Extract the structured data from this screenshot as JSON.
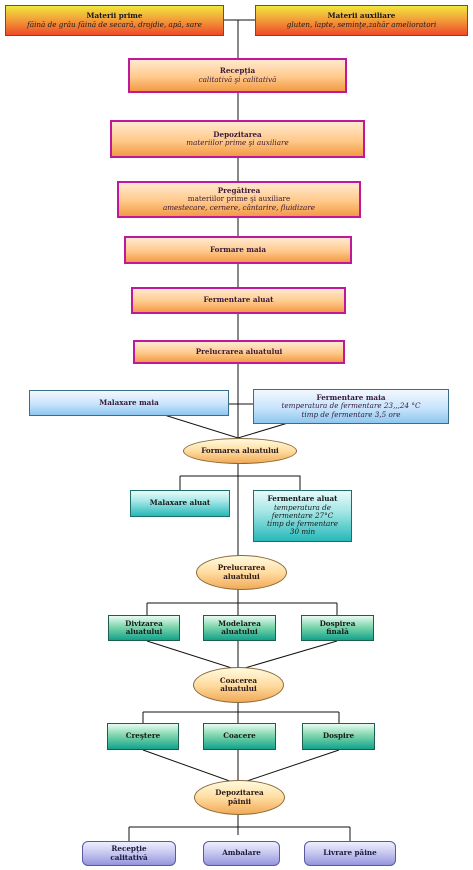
{
  "nodes": {
    "materii_prime": {
      "title": "Materii prime",
      "sub": "făină de grâu făină de secară, drojdie, apă, sare"
    },
    "materii_auxiliare": {
      "title": "Materii auxiliare",
      "sub": "gluten, lapte, seminţe,zahăr amelioratori"
    },
    "receptie": {
      "title": "Recepţia",
      "sub": "calitativă şi calitativă"
    },
    "depozitarea": {
      "title": "Depozitarea",
      "sub": "materiilor prime şi auxiliare"
    },
    "pregatirea": {
      "title": "Pregătirea",
      "sub1": "materiilor prime şi auxiliare",
      "sub2": "amestecare, cernere, cântarire, fluidizare"
    },
    "formare_maia": {
      "title": "Formare maia"
    },
    "fermentare_aluat": {
      "title": "Fermentare aluat"
    },
    "prelucrarea_aluatului": {
      "title": "Prelucrarea aluatului"
    },
    "malaxare_maia": {
      "title": "Malaxare maia"
    },
    "fermentare_maia": {
      "title": "Fermentare maia",
      "line1": "temperatura de fermentare 23,,,24 °C",
      "line2": "timp de fermentare 3,5 ore"
    },
    "formarea_aluatului": {
      "title": "Formarea aluatului"
    },
    "malaxare_aluat": {
      "title": "Malaxare aluat"
    },
    "fermentare_aluat_2": {
      "title": "Fermentare aluat",
      "line1": "temperatura de",
      "line2": "fermentare 27°C",
      "line3": "timp de fermentare",
      "line4": "30 min"
    },
    "prelucrarea_aluatului_2": {
      "line1": "Prelucrarea",
      "line2": "aluatului"
    },
    "divizarea": {
      "line1": "Divizarea",
      "line2": "aluatului"
    },
    "modelarea": {
      "line1": "Modelarea",
      "line2": "aluatului"
    },
    "dospirea_finala": {
      "line1": "Dospirea",
      "line2": "finală"
    },
    "coacerea": {
      "line1": "Coacerea",
      "line2": "aluatului"
    },
    "crestere": {
      "title": "Creştere"
    },
    "coacere": {
      "title": "Coacere"
    },
    "dospire": {
      "title": "Dospire"
    },
    "depozitarea_painii": {
      "line1": "Depozitarea",
      "line2": "pâinii"
    },
    "receptie_calitativa": {
      "line1": "Recepţie",
      "line2": "calitativă"
    },
    "ambalare": {
      "title": "Ambalare"
    },
    "livrare_paine": {
      "title": "Livrare pâine"
    }
  }
}
